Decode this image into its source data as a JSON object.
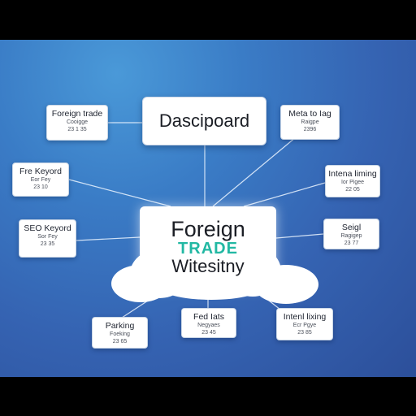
{
  "diagram": {
    "dashboard": "Dascipoard",
    "center": {
      "line1": "Foreign",
      "line2": "TRADE",
      "line3": "Witesitny"
    },
    "nodes": {
      "foreign_trade": {
        "title": "Foreign trade",
        "sub": "Cooigge",
        "code": "23 1 35"
      },
      "meta_tag": {
        "title": "Meta to Iag",
        "sub": "Raigpe",
        "code": "2396"
      },
      "free_keyword": {
        "title": "Fre Keyord",
        "sub": "Eor Fey",
        "code": "23 10"
      },
      "internal_linking_right": {
        "title": "Intena liming",
        "sub": "Ior Pigee",
        "code": "22 05"
      },
      "seo_keyword": {
        "title": "SEO Keyord",
        "sub": "Sor Fey",
        "code": "23 35"
      },
      "seigl": {
        "title": "Seigl",
        "sub": "Ragigep",
        "code": "23 77"
      },
      "parking": {
        "title": "Parking",
        "sub": "Foeking",
        "code": "23 65"
      },
      "fed_tats": {
        "title": "Fed Iats",
        "sub": "Negyaes",
        "code": "23 45"
      },
      "internal_linking_bottom": {
        "title": "Intenl lixing",
        "sub": "Ecr Pgye",
        "code": "23 85"
      }
    }
  }
}
